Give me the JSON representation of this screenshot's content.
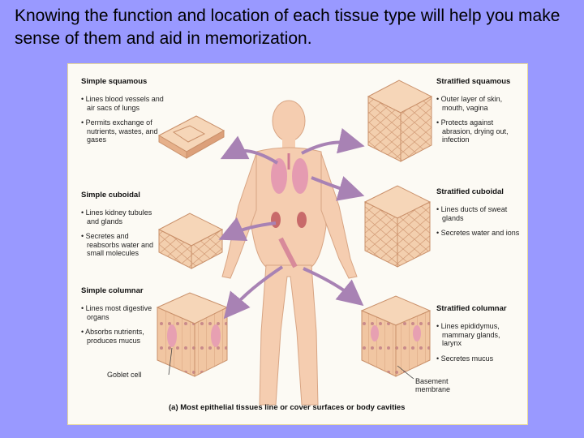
{
  "slide": {
    "text": "Knowing the function and location of each tissue type will help you make sense of them and aid in memorization."
  },
  "figure": {
    "caption": "(a) Most epithelial tissues line or cover surfaces or body cavities",
    "left_panels": [
      {
        "title": "Simple squamous",
        "bullets": [
          "• Lines blood vessels and air sacs of lungs",
          "• Permits exchange of nutrients, wastes, and gases"
        ]
      },
      {
        "title": "Simple cuboidal",
        "bullets": [
          "• Lines kidney tubules and glands",
          "• Secretes and reabsorbs water and small molecules"
        ]
      },
      {
        "title": "Simple columnar",
        "bullets": [
          "• Lines most digestive organs",
          "• Absorbs nutrients, produces mucus"
        ]
      }
    ],
    "right_panels": [
      {
        "title": "Stratified squamous",
        "bullets": [
          "• Outer layer of skin, mouth, vagina",
          "• Protects against abrasion, drying out, infection"
        ]
      },
      {
        "title": "Stratified cuboidal",
        "bullets": [
          "• Lines ducts of sweat glands",
          "• Secretes water and ions"
        ]
      },
      {
        "title": "Stratified columnar",
        "bullets": [
          "• Lines epididymus, mammary glands, larynx",
          "• Secretes mucus"
        ]
      }
    ],
    "callouts": {
      "goblet": "Goblet cell",
      "basement": "Basement membrane"
    }
  },
  "colors": {
    "background": "#9999ff",
    "tissue": "#f0c8a6",
    "body": "#f5cdb0",
    "arrow": "#a882b4"
  }
}
